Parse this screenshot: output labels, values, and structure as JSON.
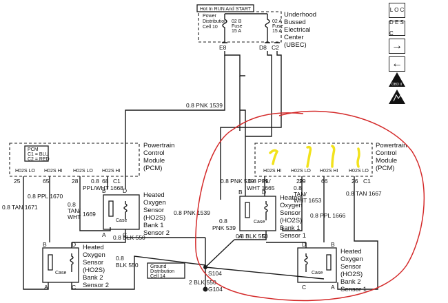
{
  "header": {
    "hot_label": "Hot In RUN And START",
    "pdc_label": [
      "Power",
      "Distribution",
      "Cell 10"
    ],
    "fuse_b": [
      "02 B",
      "Fuse",
      "15 A"
    ],
    "fuse_a": [
      "02 A",
      "Fuse",
      "15 A"
    ],
    "ubec_label": [
      "Underhood",
      "Bussed",
      "Electrical",
      "Center",
      "(UBEC)"
    ],
    "pin_e8": "E8",
    "pin_d8": "D8",
    "pin_c2": "C2"
  },
  "wires": {
    "pnk_1539": "0.8 PNK   1539",
    "pnk_1539_b": "0.8 PNK   1539",
    "pnk_539": "0.8 PNK   539",
    "pnk_539_b": [
      "0.8",
      "PNK   539"
    ],
    "ppl_1670": "0.8 PPL   1670",
    "tan_1671": "0.8 TAN   1671",
    "tan_wht_1669": [
      "0.8",
      "TAN/",
      "WHT",
      "1669"
    ],
    "ppl_wht_1668": [
      "0.8",
      "PPL/WHT   1668"
    ],
    "ppl_wht_1665": [
      "0.8 PPL/",
      "WHT   1665"
    ],
    "tan_wht_1653": [
      "29",
      "0.8",
      "TAN/",
      "WHT   1653"
    ],
    "ppl_1666": "0.8 PPL   1666",
    "tan_1667": "0.8 TAN   1667",
    "blk_550_a": "0.8 BLK   550",
    "blk_550_b": "0.8 BLK   550",
    "blk_550_c": [
      "0.8",
      "BLK   550"
    ],
    "blk_550_s": [
      "2 BLK   550"
    ]
  },
  "pcm_left": {
    "legend_title": "PCM",
    "legend_c1": "C1 = BLU",
    "legend_c2": "C2 = RED",
    "pins": [
      "H02S LO",
      "H02S HI",
      "H02S LO",
      "H02S HI"
    ],
    "pin_nums": [
      "25",
      "65",
      "28",
      "68",
      "C1"
    ],
    "label": [
      "Powertrain",
      "Control",
      "Module",
      "(PCM)"
    ]
  },
  "pcm_right": {
    "pins": [
      "H02S HI",
      "H02S LO",
      "H02S HI",
      "H02S LO"
    ],
    "pin_nums": [
      "69",
      "29",
      "66",
      "26",
      "C1"
    ],
    "label": [
      "Powertrain",
      "Control",
      "Module",
      "(PCM)"
    ]
  },
  "sensors": [
    {
      "label": [
        "Heated",
        "Oxygen",
        "Sensor",
        "(HO2S)",
        "Bank 1",
        "Sensor 2"
      ],
      "pins": [
        "B",
        "D",
        "A",
        "C"
      ]
    },
    {
      "label": [
        "Heated",
        "Oxygen",
        "Sensor",
        "(HO2S)",
        "Bank 2",
        "Sensor 2"
      ],
      "pins": [
        "B",
        "D",
        "A",
        "C"
      ]
    },
    {
      "label": [
        "Heated",
        "Oxygen",
        "Sensor",
        "(HO2S)",
        "Bank 1",
        "Sensor 1"
      ],
      "pins": [
        "B",
        "D",
        "A",
        "C"
      ]
    },
    {
      "label": [
        "Heated",
        "Oxygen",
        "Sensor",
        "(HO2S)",
        "Bank 2",
        "Sensor 1"
      ],
      "pins": [
        "D",
        "B",
        "C",
        "A"
      ]
    }
  ],
  "case_label": "Case",
  "ground": {
    "label": [
      "Ground",
      "Distribution",
      "Cell 14"
    ],
    "splice": "S104",
    "ground_point": "G104"
  },
  "side_buttons": [
    {
      "name": "loc-button",
      "text": "L O C"
    },
    {
      "name": "desc-button",
      "text": "D E S C"
    },
    {
      "name": "next-arrow-button",
      "text": "→"
    },
    {
      "name": "back-arrow-button",
      "text": "←"
    }
  ],
  "warning_icon_text": "OBD II",
  "colors": {
    "annotation_red": "#d42a2a",
    "annotation_yellow": "#f2e21c",
    "ink": "#1a1a1a"
  }
}
